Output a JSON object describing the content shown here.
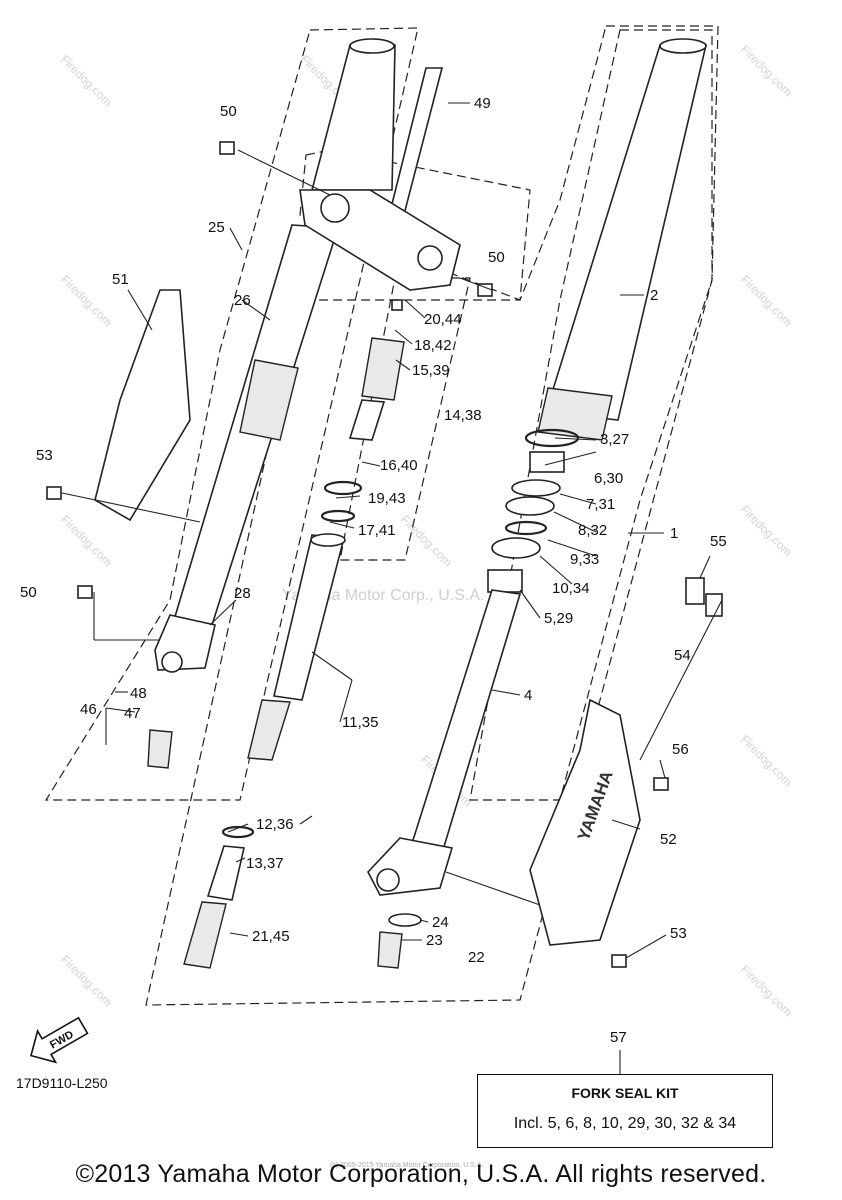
{
  "watermark": {
    "brand": "Firedog.com",
    "center_text": "Yamaha Motor Corp., U.S.A."
  },
  "callouts": {
    "c1": "1",
    "c2": "2",
    "c3": "3,27",
    "c4": "4",
    "c5": "5,29",
    "c6": "6,30",
    "c7": "7,31",
    "c8": "8,32",
    "c9": "9,33",
    "c10": "10,34",
    "c11": "11,35",
    "c12": "12,36",
    "c13": "13,37",
    "c14": "14,38",
    "c15": "15,39",
    "c16": "16,40",
    "c17": "17,41",
    "c18": "18,42",
    "c19": "19,43",
    "c20": "20,44",
    "c21": "21,45",
    "c22": "22",
    "c23": "23",
    "c24": "24",
    "c25": "25",
    "c26": "26",
    "c28": "28",
    "c46": "46",
    "c47": "47",
    "c48": "48",
    "c49": "49",
    "c50a": "50",
    "c50b": "50",
    "c50c": "50",
    "c51": "51",
    "c52": "52",
    "c53a": "53",
    "c53b": "53",
    "c54": "54",
    "c55": "55",
    "c56": "56",
    "c57": "57"
  },
  "fwd_label": "FWD",
  "guard_logo": "YAMAHA",
  "drawing_code": "17D9110-L250",
  "kit": {
    "title": "FORK SEAL KIT",
    "text": "Incl. 5, 6, 8, 10, 29, 30, 32 & 34"
  },
  "copyright": "©2013 Yamaha Motor Corporation, U.S.A. All rights reserved.",
  "small_copyright": "(c) 2005-2015 Yamaha Motor Corporation, U.S.A."
}
